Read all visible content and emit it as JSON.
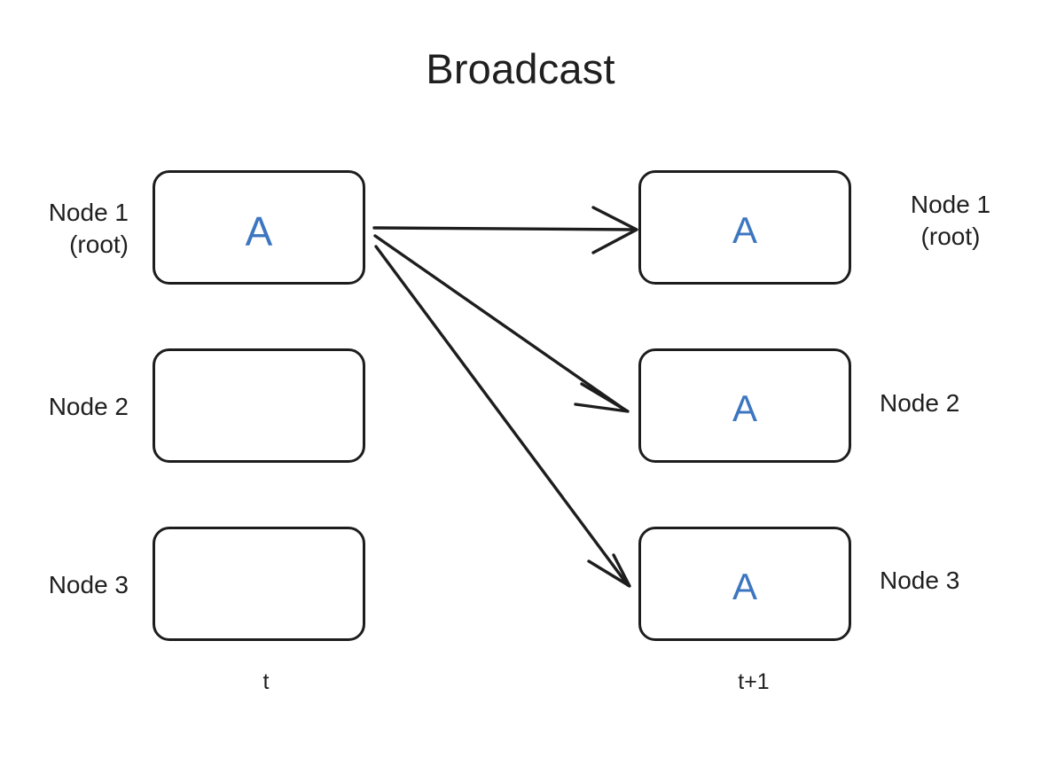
{
  "title": "Broadcast",
  "palette": {
    "background": "#ffffff",
    "stroke": "#1d1d1d",
    "text": "#1f1f1f",
    "payload_accent": "#3d76c0"
  },
  "columns": [
    {
      "id": "t",
      "time_label": "t"
    },
    {
      "id": "t1",
      "time_label": "t+1"
    }
  ],
  "left_column": {
    "time_label": "t",
    "nodes": [
      {
        "label": "Node 1\n(root)",
        "payload": "A"
      },
      {
        "label": "Node 2",
        "payload": ""
      },
      {
        "label": "Node 3",
        "payload": ""
      }
    ]
  },
  "right_column": {
    "time_label": "t+1",
    "nodes": [
      {
        "label": "Node 1\n(root)",
        "payload": "A"
      },
      {
        "label": "Node 2",
        "payload": "A"
      },
      {
        "label": "Node 3",
        "payload": "A"
      }
    ]
  },
  "arrows": [
    {
      "from": "left-node-1",
      "to": "right-node-1",
      "style": "open-arrowhead"
    },
    {
      "from": "left-node-1",
      "to": "right-node-2",
      "style": "open-arrowhead"
    },
    {
      "from": "left-node-1",
      "to": "right-node-3",
      "style": "open-arrowhead"
    }
  ]
}
